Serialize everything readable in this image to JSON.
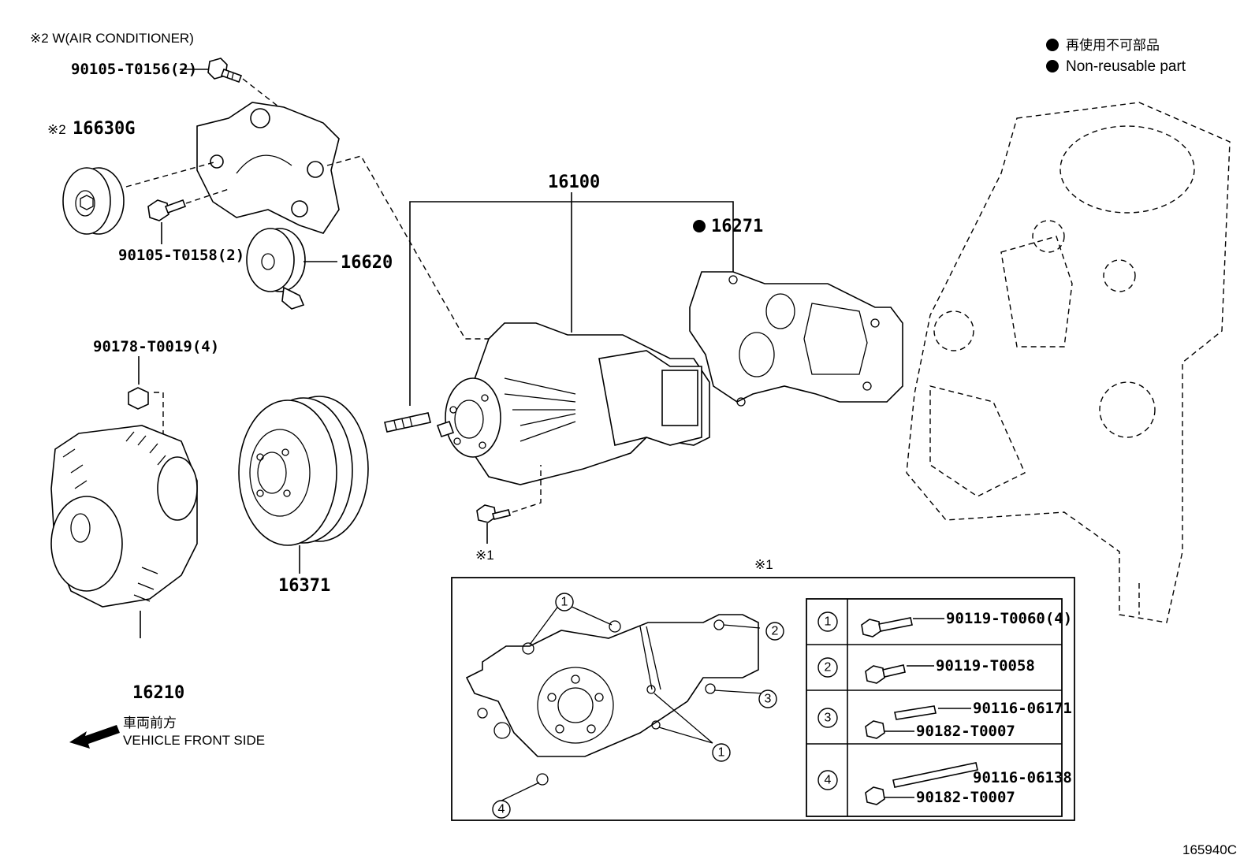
{
  "header": {
    "condition_note": "※2 W(AIR CONDITIONER)",
    "legend_jp": "再使用不可部品",
    "legend_en": "Non-reusable part"
  },
  "parts": {
    "bolt_90105_T0156": "90105-T0156(2)",
    "idler_mark": "※2",
    "idler_16630G": "16630G",
    "bolt_90105_T0158": "90105-T0158(2)",
    "tensioner_16620": "16620",
    "pump_16100": "16100",
    "gasket_16271": "16271",
    "nut_90178_T0019": "90178-T0019(4)",
    "fan_clutch_16210": "16210",
    "pulley_16371": "16371",
    "bolt_mark_1": "※1"
  },
  "direction": {
    "jp": "車両前方",
    "en": "VEHICLE FRONT SIDE"
  },
  "detail": {
    "title": "※1",
    "callouts": [
      "1",
      "1",
      "2",
      "3",
      "4"
    ],
    "table": [
      {
        "num": "1",
        "parts": [
          "90119-T0060(4)"
        ]
      },
      {
        "num": "2",
        "parts": [
          "90119-T0058"
        ]
      },
      {
        "num": "3",
        "parts": [
          "90116-06171",
          "90182-T0007"
        ]
      },
      {
        "num": "4",
        "parts": [
          "90116-06138",
          "90182-T0007"
        ]
      }
    ]
  },
  "figure_id": "165940C"
}
